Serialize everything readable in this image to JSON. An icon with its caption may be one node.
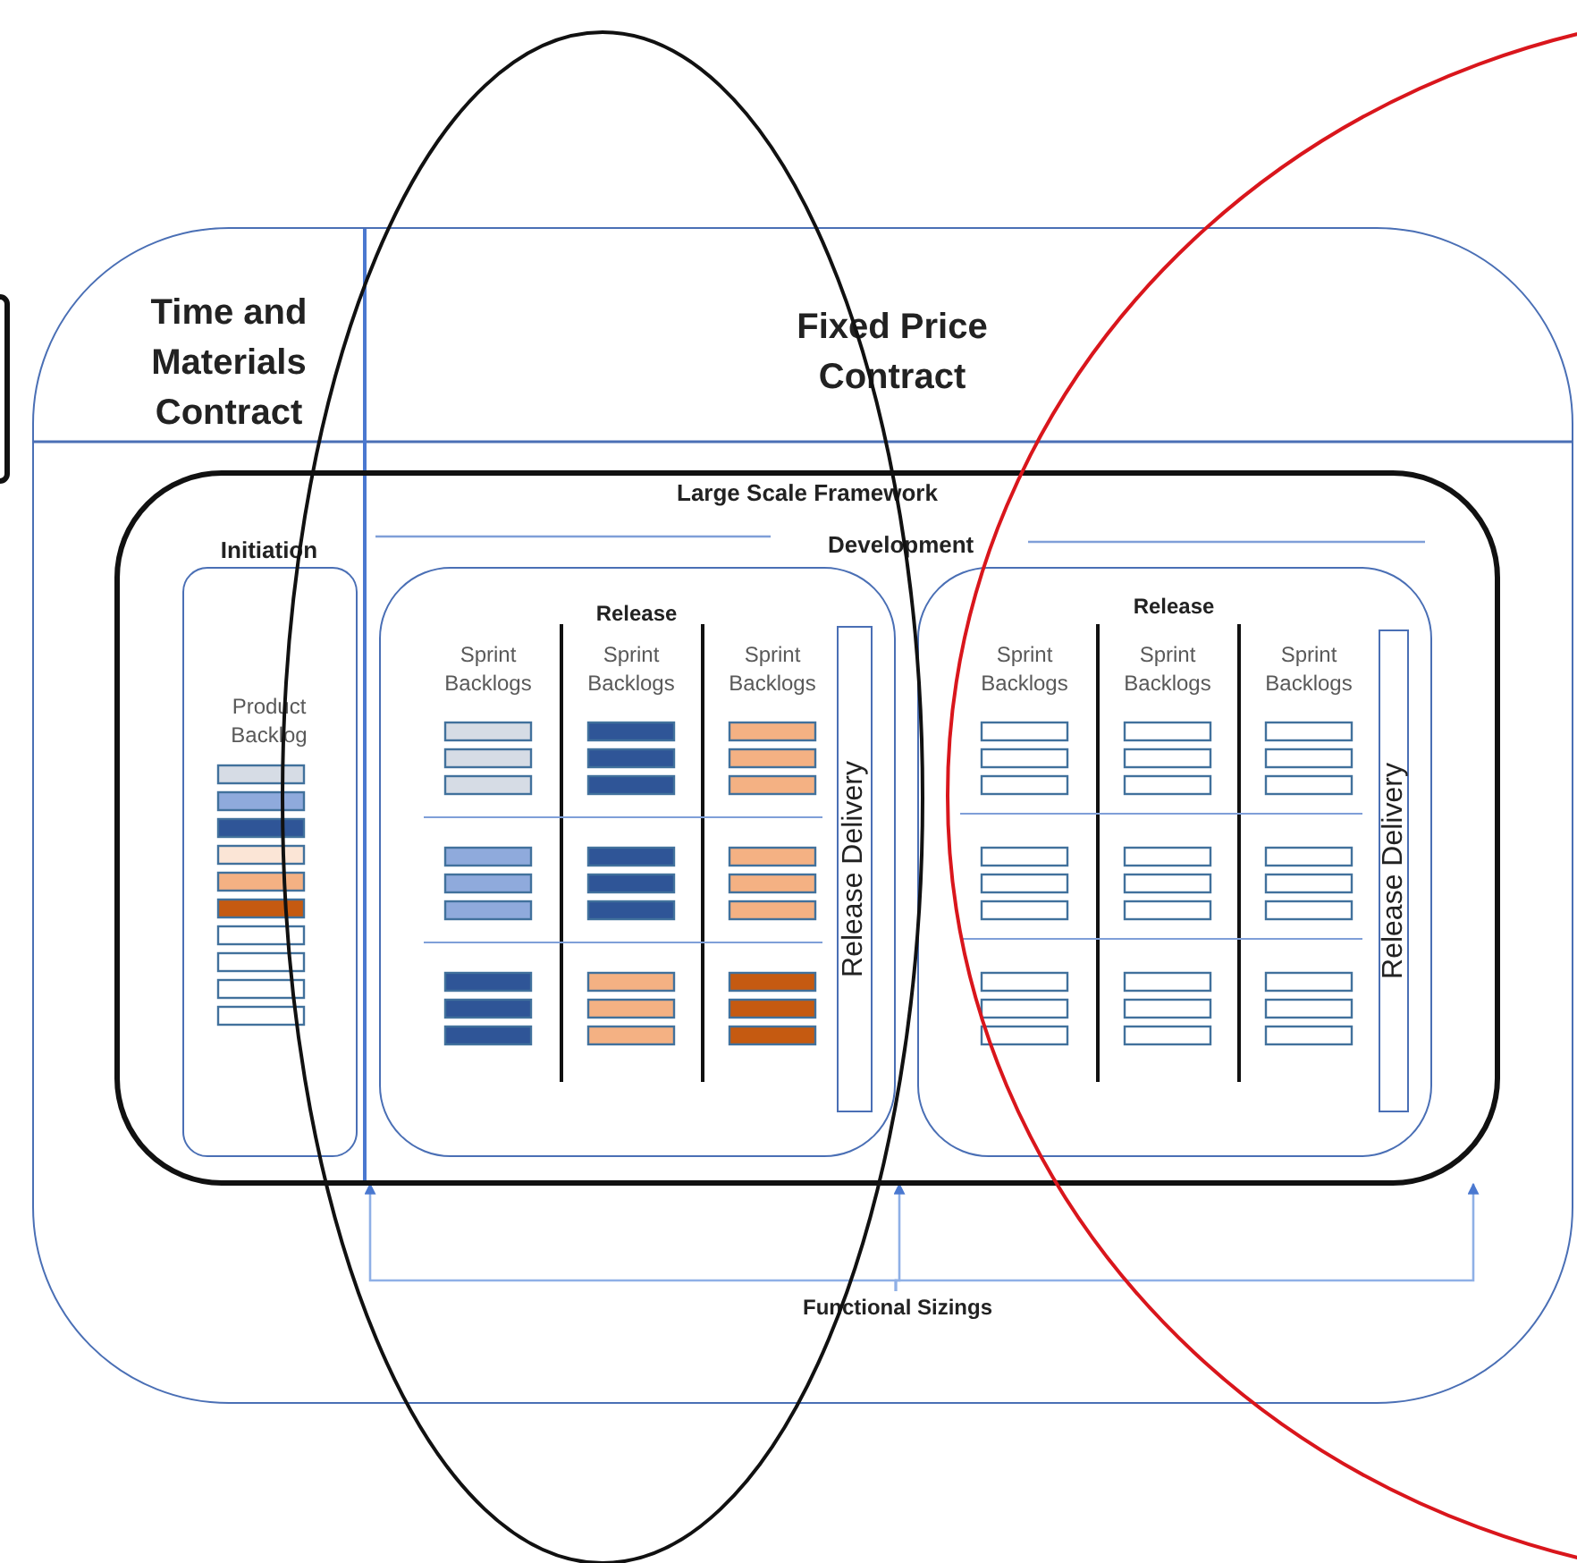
{
  "diagram": {
    "nodes": [
      {
        "text": [],
        "shape": "box"
      },
      {
        "text": [
          "Time and Materials Contract"
        ],
        "in": 0
      },
      {
        "text": [
          "Fixed Price Contract"
        ],
        "in": 0
      },
      {
        "text": [
          "Large Scale Framework"
        ],
        "in": 0
      },
      {
        "text": [
          "Initiation",
          "Product Backlog"
        ],
        "in": 3
      },
      {
        "text": [
          "Release"
        ],
        "in": 3
      },
      {
        "text": [
          "Release Delivery"
        ],
        "in": 5
      },
      {
        "text": [
          "Release"
        ],
        "in": 3
      },
      {
        "text": [
          "Release Delivery"
        ],
        "in": 7
      },
      {
        "text": [
          "Functional Sizings"
        ],
        "in": 0
      }
    ],
    "edges": [
      {
        "from": 9,
        "to": 3,
        "arrow": "to"
      },
      {
        "from": 9,
        "to": 3,
        "arrow": "to"
      },
      {
        "from": 9,
        "to": 3,
        "arrow": "to"
      }
    ],
    "labels": [
      "Development",
      "Sprint Backlogs",
      "Sprint Backlogs",
      "Sprint Backlogs",
      "Sprint Backlogs",
      "Sprint Backlogs",
      "Sprint Backlogs"
    ]
  }
}
